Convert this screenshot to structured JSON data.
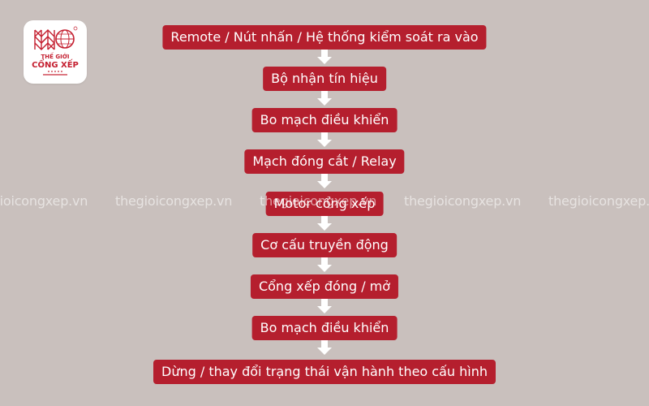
{
  "logo": {
    "line1": "THẾ GIỚI",
    "line2": "CỔNG XẾP",
    "brand_color": "#c41e2f"
  },
  "steps": [
    {
      "label": "Remote / Nút nhấn / Hệ thống kiểm soát ra vào"
    },
    {
      "label": "Bộ nhận tín hiệu"
    },
    {
      "label": "Bo mạch điều khiển"
    },
    {
      "label": "Mạch đóng cắt / Relay"
    },
    {
      "label": "Motor cổng xếp"
    },
    {
      "label": "Cơ cấu truyền động"
    },
    {
      "label": "Cổng xếp đóng / mở"
    },
    {
      "label": "Bo mạch điều khiển"
    },
    {
      "label": "Dừng / thay đổi trạng thái vận hành theo cấu hình"
    }
  ],
  "watermark": {
    "text": "thegioicongxep.vn"
  },
  "colors": {
    "background": "#c9c0bd",
    "step_fill": "#b51f2e",
    "step_text": "#ffffff",
    "arrow": "#ffffff"
  }
}
